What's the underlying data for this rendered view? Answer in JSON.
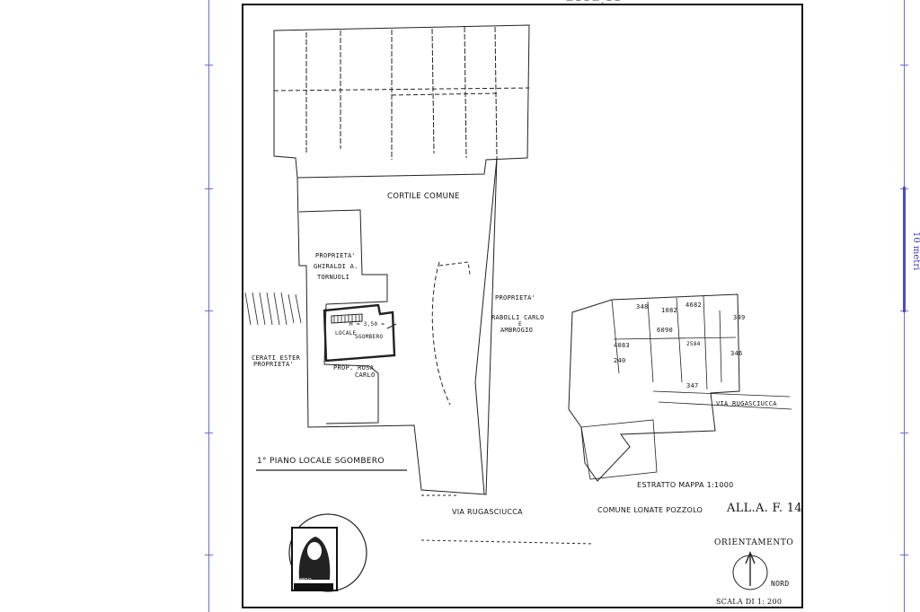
{
  "header": {
    "cut_text": "— ~ ~ — , ~ ~"
  },
  "scale_bar": {
    "label": "10 metri"
  },
  "plan": {
    "courtyard": "CORTILE COMUNE",
    "prop_ghiraldi": [
      "PROPRIETA'",
      "GHIRALDI A.",
      "TORNUOLI"
    ],
    "prop_cerati": [
      "PROPRIETA'",
      "CERATI ESTER"
    ],
    "prop_rosa": [
      "PROP. ROSA",
      "CARLO"
    ],
    "room_text": [
      "H = 3,50 =",
      "LOCALE",
      "SGOMBERO"
    ],
    "prop_raboli": [
      "PROPRIETA'",
      "RABOLLI CARLO",
      "E",
      "AMBROGIO"
    ],
    "floor_title": "1° PIANO LOCALE SGOMBERO",
    "street": "VIA RUGASCIUCCA"
  },
  "map": {
    "parcels": [
      "348",
      "1082",
      "4682",
      "349",
      "6090",
      "4083",
      "240",
      "346",
      "347",
      "2584"
    ],
    "street": "VIA RUGASCIUCCA",
    "caption": "ESTRATTO MAPPA 1:1000",
    "comune": "COMUNE LONATE POZZOLO",
    "allegato": "ALL.A. F. 14"
  },
  "orientation": {
    "title": "ORIENTAMENTO",
    "north": "NORD"
  },
  "scale": {
    "text": "SCALA DI 1: 200"
  },
  "stamp": {
    "text": "TIMBRO"
  }
}
